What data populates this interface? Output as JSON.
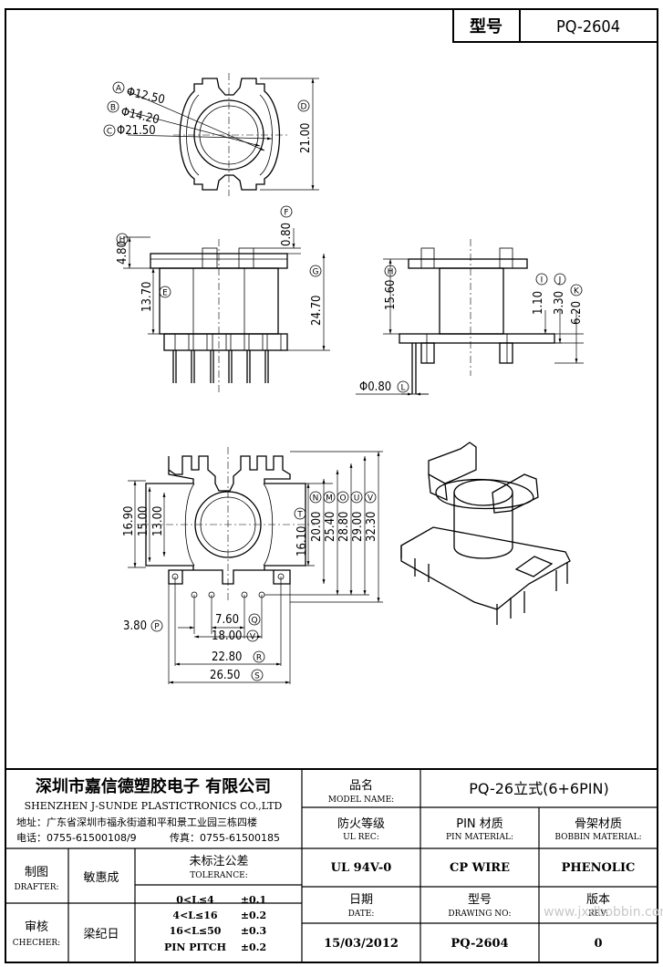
{
  "header": {
    "model_label": "型号",
    "model_value": "PQ-2604"
  },
  "top_view": {
    "dims": {
      "a": "Φ12.50",
      "b": "Φ14.20",
      "c": "Φ21.50",
      "d": "21.00"
    },
    "markers": {
      "a": "A",
      "b": "B",
      "c": "C",
      "d": "D"
    }
  },
  "front_view": {
    "dims": {
      "h1": "4.80",
      "f": "0.80",
      "e": "13.70",
      "g": "24.70"
    },
    "markers": {
      "h1": "H",
      "f": "F",
      "e": "E",
      "g": "G"
    }
  },
  "side_view": {
    "dims": {
      "h": "15.60",
      "i": "1.10",
      "j": "3.30",
      "k": "6.20",
      "l": "Φ0.80"
    },
    "markers": {
      "h": "H",
      "i": "I",
      "j": "J",
      "k": "K",
      "l": "L"
    }
  },
  "bottom_view": {
    "dims": {
      "h1690": "16.90",
      "h1500": "15.00",
      "h1300": "13.00",
      "t": "16.10",
      "n": "20.00",
      "m": "25.40",
      "o": "28.80",
      "u": "29.00",
      "v": "32.30",
      "q": "7.60",
      "p": "3.80",
      "w": "18.00",
      "r": "22.80",
      "s": "26.50"
    },
    "markers": {
      "t": "T",
      "n": "N",
      "m": "M",
      "o": "O",
      "u": "U",
      "v": "V",
      "q": "Q",
      "p": "P",
      "w": "V",
      "r": "R",
      "s": "S"
    }
  },
  "title_block": {
    "company_cn": "深圳市嘉信德塑胶电子 有限公司",
    "company_en": "SHENZHEN J-SUNDE PLASTICTRONICS CO.,LTD",
    "address": "地址：广东省深圳市福永街道和平和景工业园三栋四楼",
    "phone": "电话：0755-61500108/9",
    "fax": "传真：0755-61500185",
    "model_name_cn": "品名",
    "model_name_en": "MODEL NAME:",
    "model_name_value": "PQ-26立式(6+6PIN)",
    "ul_rec_cn": "防火等级",
    "ul_rec_en": "UL REC:",
    "ul_rec_value": "UL 94V-0",
    "pin_material_cn": "PIN 材质",
    "pin_material_en": "PIN MATERIAL:",
    "pin_material_value": "CP WIRE",
    "bobbin_material_cn": "骨架材质",
    "bobbin_material_en": "BOBBIN MATERIAL:",
    "bobbin_material_value": "PHENOLIC",
    "drafter_cn": "制图",
    "drafter_en": "DRAFTER:",
    "drafter_value": "敏惠成",
    "checker_cn": "审核",
    "checker_en": "CHECHER:",
    "checker_value": "梁纪日",
    "tolerance_cn": "未标注公差",
    "tolerance_en": "TOLERANCE:",
    "tolerances": [
      {
        "range": "0<L≤4",
        "value": "±0.1"
      },
      {
        "range": "4<L≤16",
        "value": "±0.2"
      },
      {
        "range": "16<L≤50",
        "value": "±0.3"
      },
      {
        "range": "PIN PITCH",
        "value": "±0.2"
      }
    ],
    "date_cn": "日期",
    "date_en": "DATE:",
    "date_value": "15/03/2012",
    "drawing_no_cn": "型号",
    "drawing_no_en": "DRAWING NO:",
    "drawing_no_value": "PQ-2604",
    "rev_cn": "版本",
    "rev_en": "REV:",
    "rev_value": "0",
    "watermark": "www.jxdbobbin.com"
  }
}
